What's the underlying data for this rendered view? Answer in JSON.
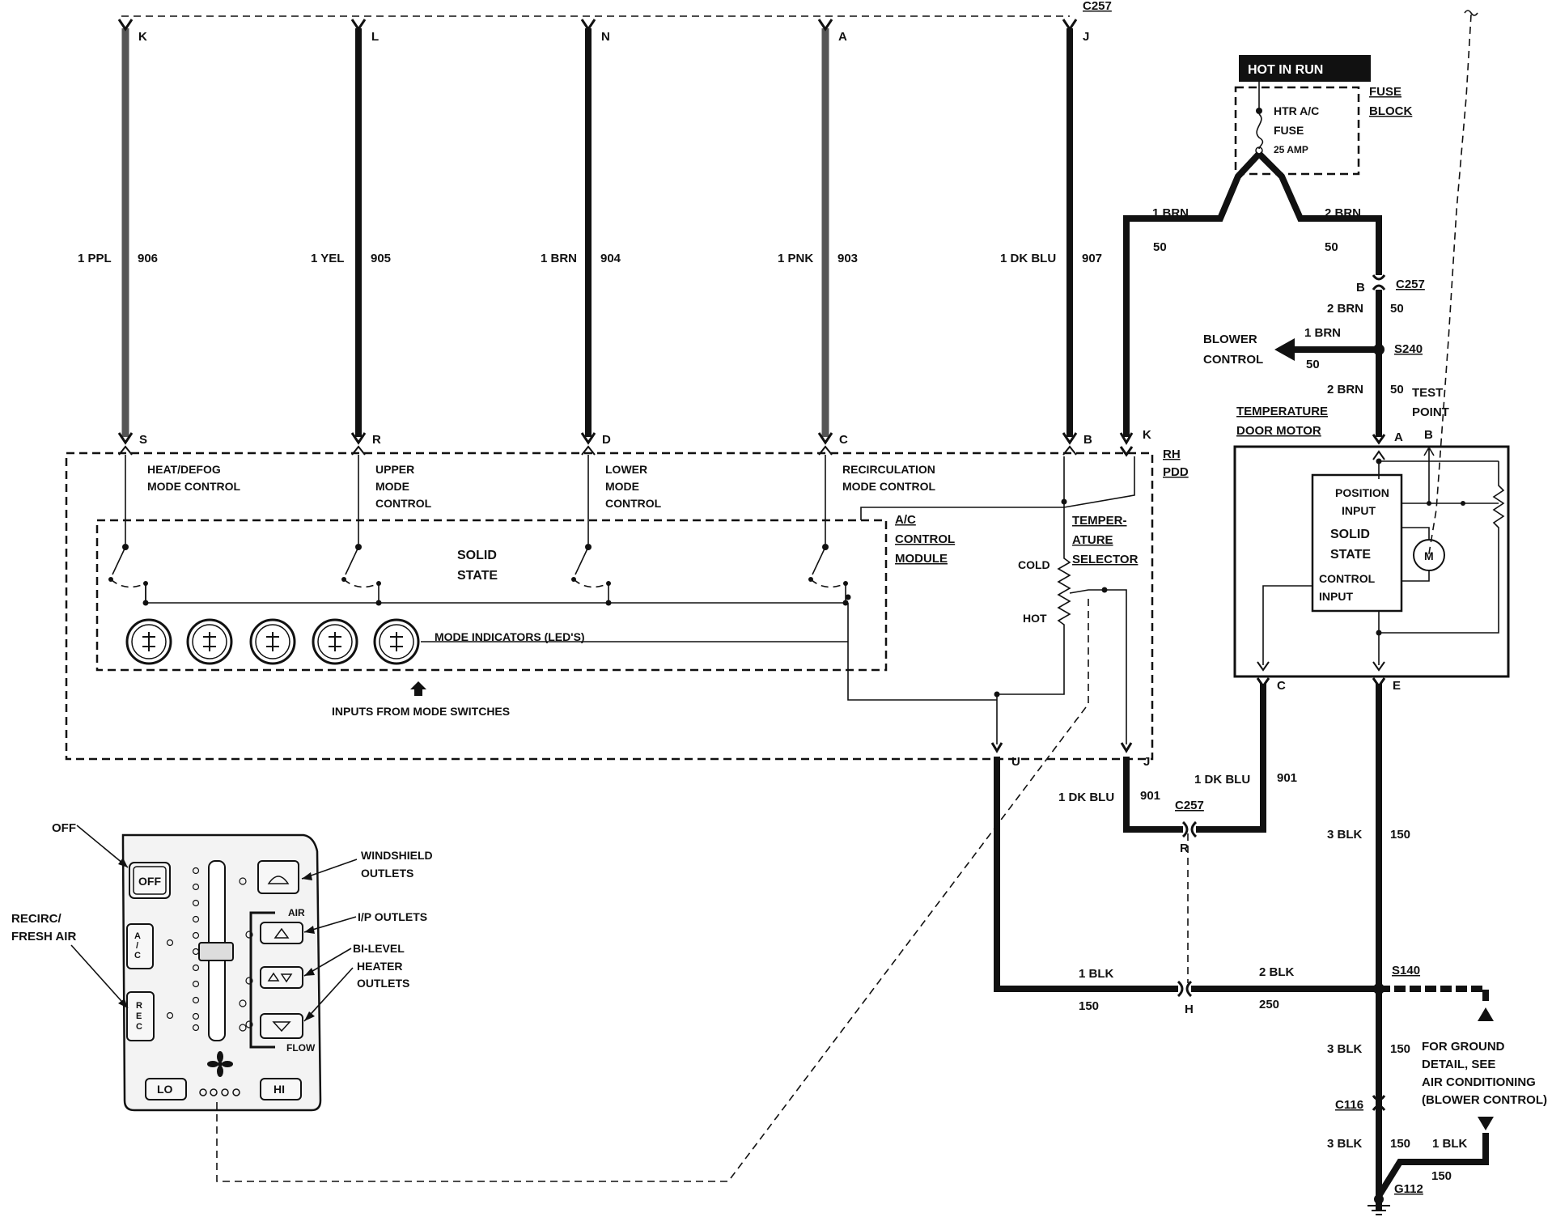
{
  "top": {
    "connector": "C257",
    "wires": [
      {
        "pin_top": "K",
        "color": "1 PPL",
        "circuit": "906",
        "pin_bottom": "S",
        "function": [
          "HEAT/DEFOG",
          "MODE CONTROL"
        ]
      },
      {
        "pin_top": "L",
        "color": "1 YEL",
        "circuit": "905",
        "pin_bottom": "R",
        "function": [
          "UPPER",
          "MODE",
          "CONTROL"
        ]
      },
      {
        "pin_top": "N",
        "color": "1 BRN",
        "circuit": "904",
        "pin_bottom": "D",
        "function": [
          "LOWER",
          "MODE",
          "CONTROL"
        ]
      },
      {
        "pin_top": "A",
        "color": "1 PNK",
        "circuit": "903",
        "pin_bottom": "C",
        "function": [
          "RECIRCULATION",
          "MODE CONTROL"
        ]
      },
      {
        "pin_top": "J",
        "color": "1 DK BLU",
        "circuit": "907",
        "pin_bottom": "B"
      }
    ]
  },
  "power": {
    "hot_in_run": "HOT IN RUN",
    "fuse_block": [
      "FUSE",
      "BLOCK"
    ],
    "fuse": [
      "HTR A/C",
      "FUSE",
      "25 AMP"
    ],
    "left_wire": {
      "color": "1 BRN",
      "circuit": "50"
    },
    "right_wire": {
      "color": "2 BRN",
      "circuit": "50"
    },
    "k_pin": "K"
  },
  "blower_branch": {
    "c257_pin": "B",
    "c257": "C257",
    "wire_above": {
      "color": "2 BRN",
      "circuit": "50"
    },
    "blower_label": [
      "BLOWER",
      "CONTROL"
    ],
    "branch_wire": {
      "color": "1 BRN",
      "circuit": "50"
    },
    "splice": "S240",
    "wire_below": {
      "color": "2 BRN",
      "circuit": "50"
    },
    "test_point": [
      "TEST",
      "POINT"
    ],
    "test_pin": "B"
  },
  "temp_motor": {
    "title": [
      "TEMPERATURE",
      "DOOR MOTOR"
    ],
    "pin_a": "A",
    "pin_c": "C",
    "pin_e": "E",
    "solid_state": [
      "SOLID",
      "STATE"
    ],
    "position_input": [
      "POSITION",
      "INPUT"
    ],
    "control_input": [
      "CONTROL",
      "INPUT"
    ],
    "motor": "M"
  },
  "module": {
    "rh_pdd": [
      "RH",
      "PDD"
    ],
    "ac_control": [
      "A/C",
      "CONTROL",
      "MODULE"
    ],
    "solid_state": [
      "SOLID",
      "STATE"
    ],
    "mode_indicators": "MODE INDICATORS (LED'S)",
    "inputs": "INPUTS FROM MODE SWITCHES",
    "temp_selector": [
      "TEMPER-",
      "ATURE",
      "SELECTOR"
    ],
    "cold": "COLD",
    "hot": "HOT",
    "pin_u": "U",
    "pin_j": "J"
  },
  "ground": {
    "dkblu_left": {
      "color": "1 DK BLU",
      "circuit": "901"
    },
    "dkblu_right": {
      "color": "1 DK BLU",
      "circuit": "901"
    },
    "c257": "C257",
    "c257_r": "R",
    "e_wire": {
      "color": "3 BLK",
      "circuit": "150"
    },
    "blk_left": {
      "color": "1 BLK",
      "circuit": "150"
    },
    "blk_right": {
      "color": "2 BLK",
      "circuit": "250"
    },
    "c_h": "H",
    "s140": "S140",
    "below_s140": {
      "color": "3 BLK",
      "circuit": "150"
    },
    "ground_note": [
      "FOR GROUND",
      "DETAIL, SEE",
      "AIR CONDITIONING",
      "(BLOWER CONTROL)"
    ],
    "c116": "C116",
    "below_c116": {
      "color": "3 BLK",
      "circuit": "150"
    },
    "g112": "G112",
    "g112_wire": {
      "color": "1 BLK",
      "circuit": "150"
    }
  },
  "panel": {
    "off_label": "OFF",
    "off_btn": "OFF",
    "recirc_label": [
      "RECIRC/",
      "FRESH AIR"
    ],
    "ac_btn": [
      "A",
      "/",
      "C"
    ],
    "rec_btn": [
      "R",
      "E",
      "C"
    ],
    "lo_btn": "LO",
    "hi_btn": "HI",
    "windshield": [
      "WINDSHIELD",
      "OUTLETS"
    ],
    "air": "AIR",
    "ip_outlets": "I/P OUTLETS",
    "bilevel": "BI-LEVEL",
    "heater": [
      "HEATER",
      "OUTLETS"
    ],
    "flow": "FLOW"
  }
}
